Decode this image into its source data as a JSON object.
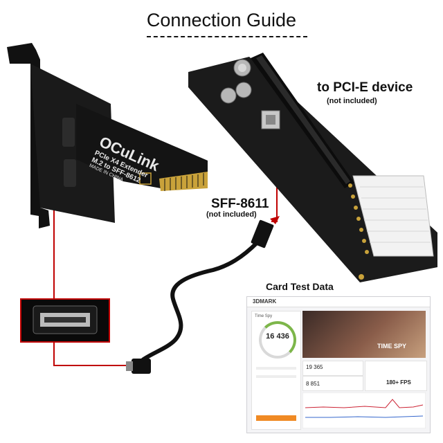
{
  "title": "Connection Guide",
  "card": {
    "brand": "OCuLink",
    "line1": "PCIe X4 Extender",
    "line2": "M.2 to SFF-8612",
    "made": "MADE IN CHINA"
  },
  "device": {
    "label": "to PCI-E device",
    "note": "(not included)"
  },
  "cable": {
    "label": "SFF-8611",
    "note": "(not included)"
  },
  "test": {
    "heading": "Card Test Data",
    "app": "3DMARK",
    "score_label": "Time Spy",
    "score": "16 436",
    "banner": "TIME SPY",
    "graphics_score": "19 365",
    "cpu_score": "8 851",
    "fps": "180+ FPS"
  },
  "colors": {
    "accent": "#c00000",
    "pcb": "#141414",
    "gold": "#c9a23a"
  }
}
